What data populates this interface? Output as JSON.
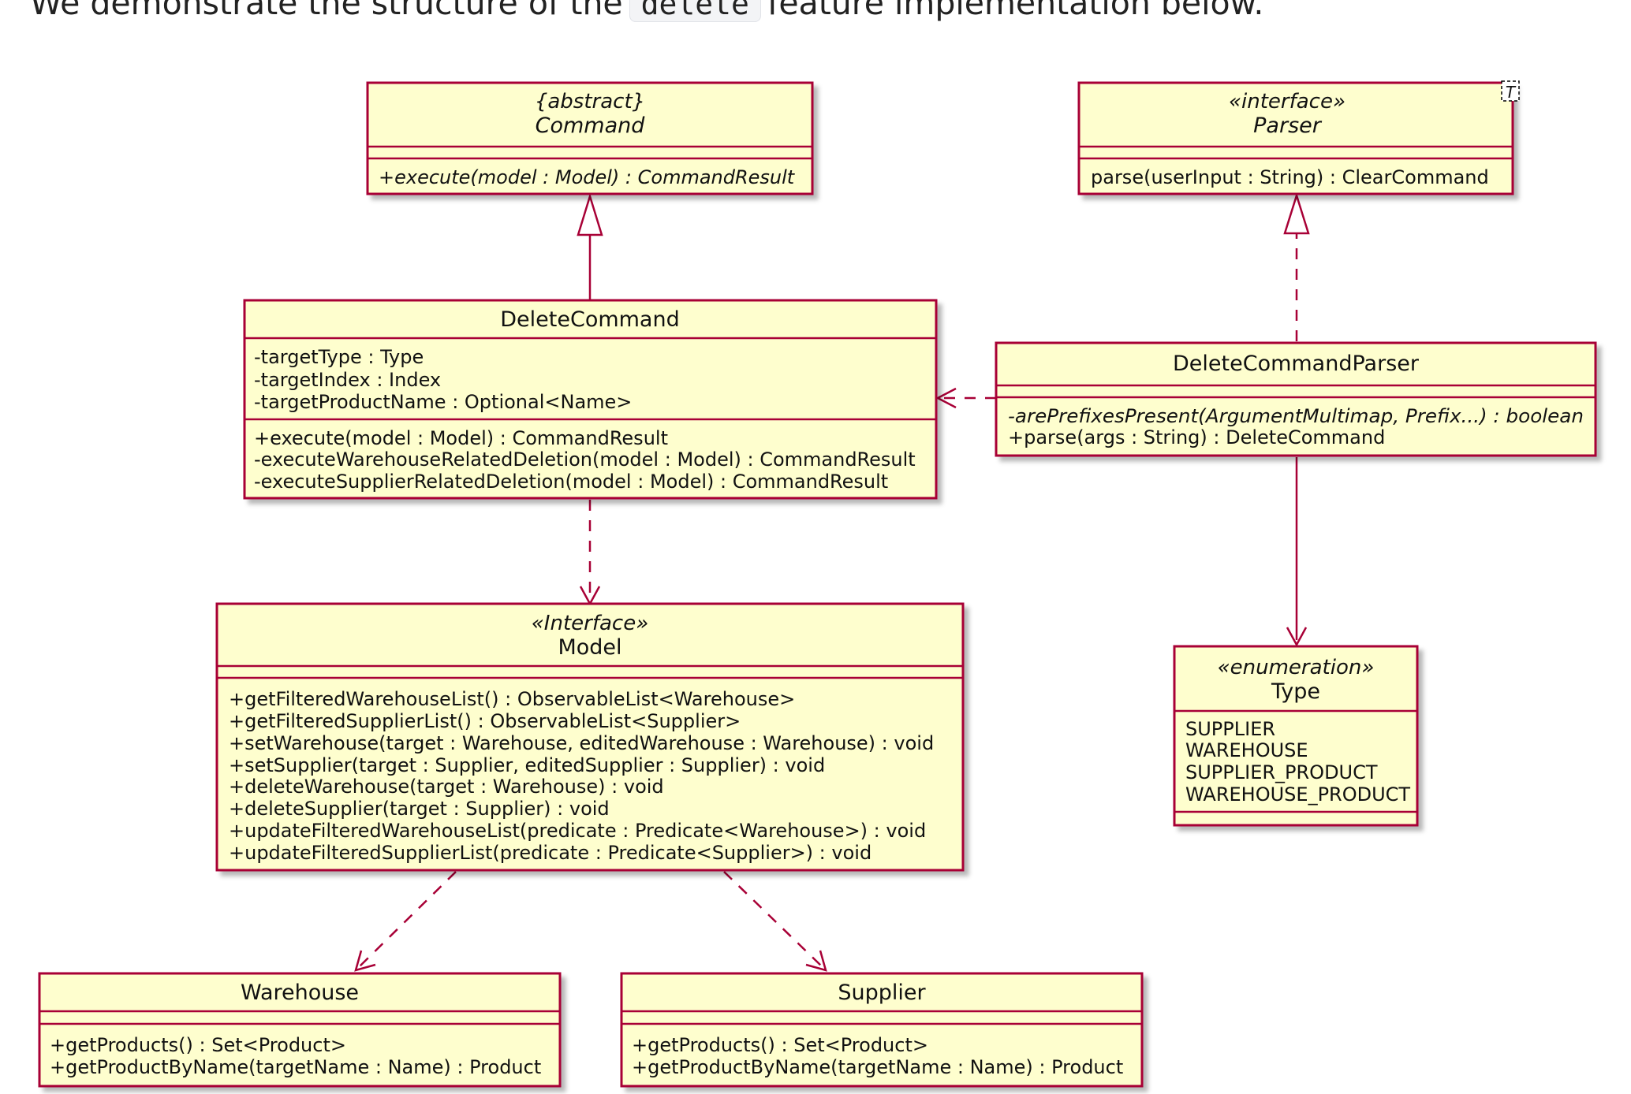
{
  "intro": {
    "before": "We demonstrate the structure of the",
    "code": "delete",
    "after": "feature implementation below."
  },
  "colors": {
    "class_fill": "#fefece",
    "class_border": "#a80036",
    "edge": "#a80036"
  },
  "classes": {
    "command": {
      "stereotype": "{abstract}",
      "name": "Command",
      "methods": [
        "+execute(model : Model) : CommandResult"
      ]
    },
    "parser": {
      "stereotype": "«interface»",
      "name": "Parser",
      "template": "T",
      "methods": [
        "parse(userInput : String) : ClearCommand"
      ]
    },
    "delete_command": {
      "name": "DeleteCommand",
      "fields": [
        "-targetType : Type",
        "-targetIndex : Index",
        "-targetProductName : Optional<Name>"
      ],
      "methods": [
        "+execute(model : Model) : CommandResult",
        "-executeWarehouseRelatedDeletion(model : Model) : CommandResult",
        "-executeSupplierRelatedDeletion(model : Model) : CommandResult"
      ]
    },
    "delete_command_parser": {
      "name": "DeleteCommandParser",
      "methods": [
        "-arePrefixesPresent(ArgumentMultimap, Prefix...) : boolean",
        "+parse(args : String) : DeleteCommand"
      ]
    },
    "model": {
      "stereotype": "«Interface»",
      "name": "Model",
      "methods": [
        "+getFilteredWarehouseList() : ObservableList<Warehouse>",
        "+getFilteredSupplierList() : ObservableList<Supplier>",
        "+setWarehouse(target : Warehouse, editedWarehouse : Warehouse) : void",
        "+setSupplier(target : Supplier, editedSupplier : Supplier) : void",
        "+deleteWarehouse(target : Warehouse) : void",
        "+deleteSupplier(target : Supplier) : void",
        "+updateFilteredWarehouseList(predicate : Predicate<Warehouse>) : void",
        "+updateFilteredSupplierList(predicate : Predicate<Supplier>) : void"
      ]
    },
    "type": {
      "stereotype": "«enumeration»",
      "name": "Type",
      "values": [
        "SUPPLIER",
        "WAREHOUSE",
        "SUPPLIER_PRODUCT",
        "WAREHOUSE_PRODUCT"
      ]
    },
    "warehouse": {
      "name": "Warehouse",
      "methods": [
        "+getProducts() : Set<Product>",
        "+getProductByName(targetName : Name) : Product"
      ]
    },
    "supplier": {
      "name": "Supplier",
      "methods": [
        "+getProducts() : Set<Product>",
        "+getProductByName(targetName : Name) : Product"
      ]
    }
  }
}
